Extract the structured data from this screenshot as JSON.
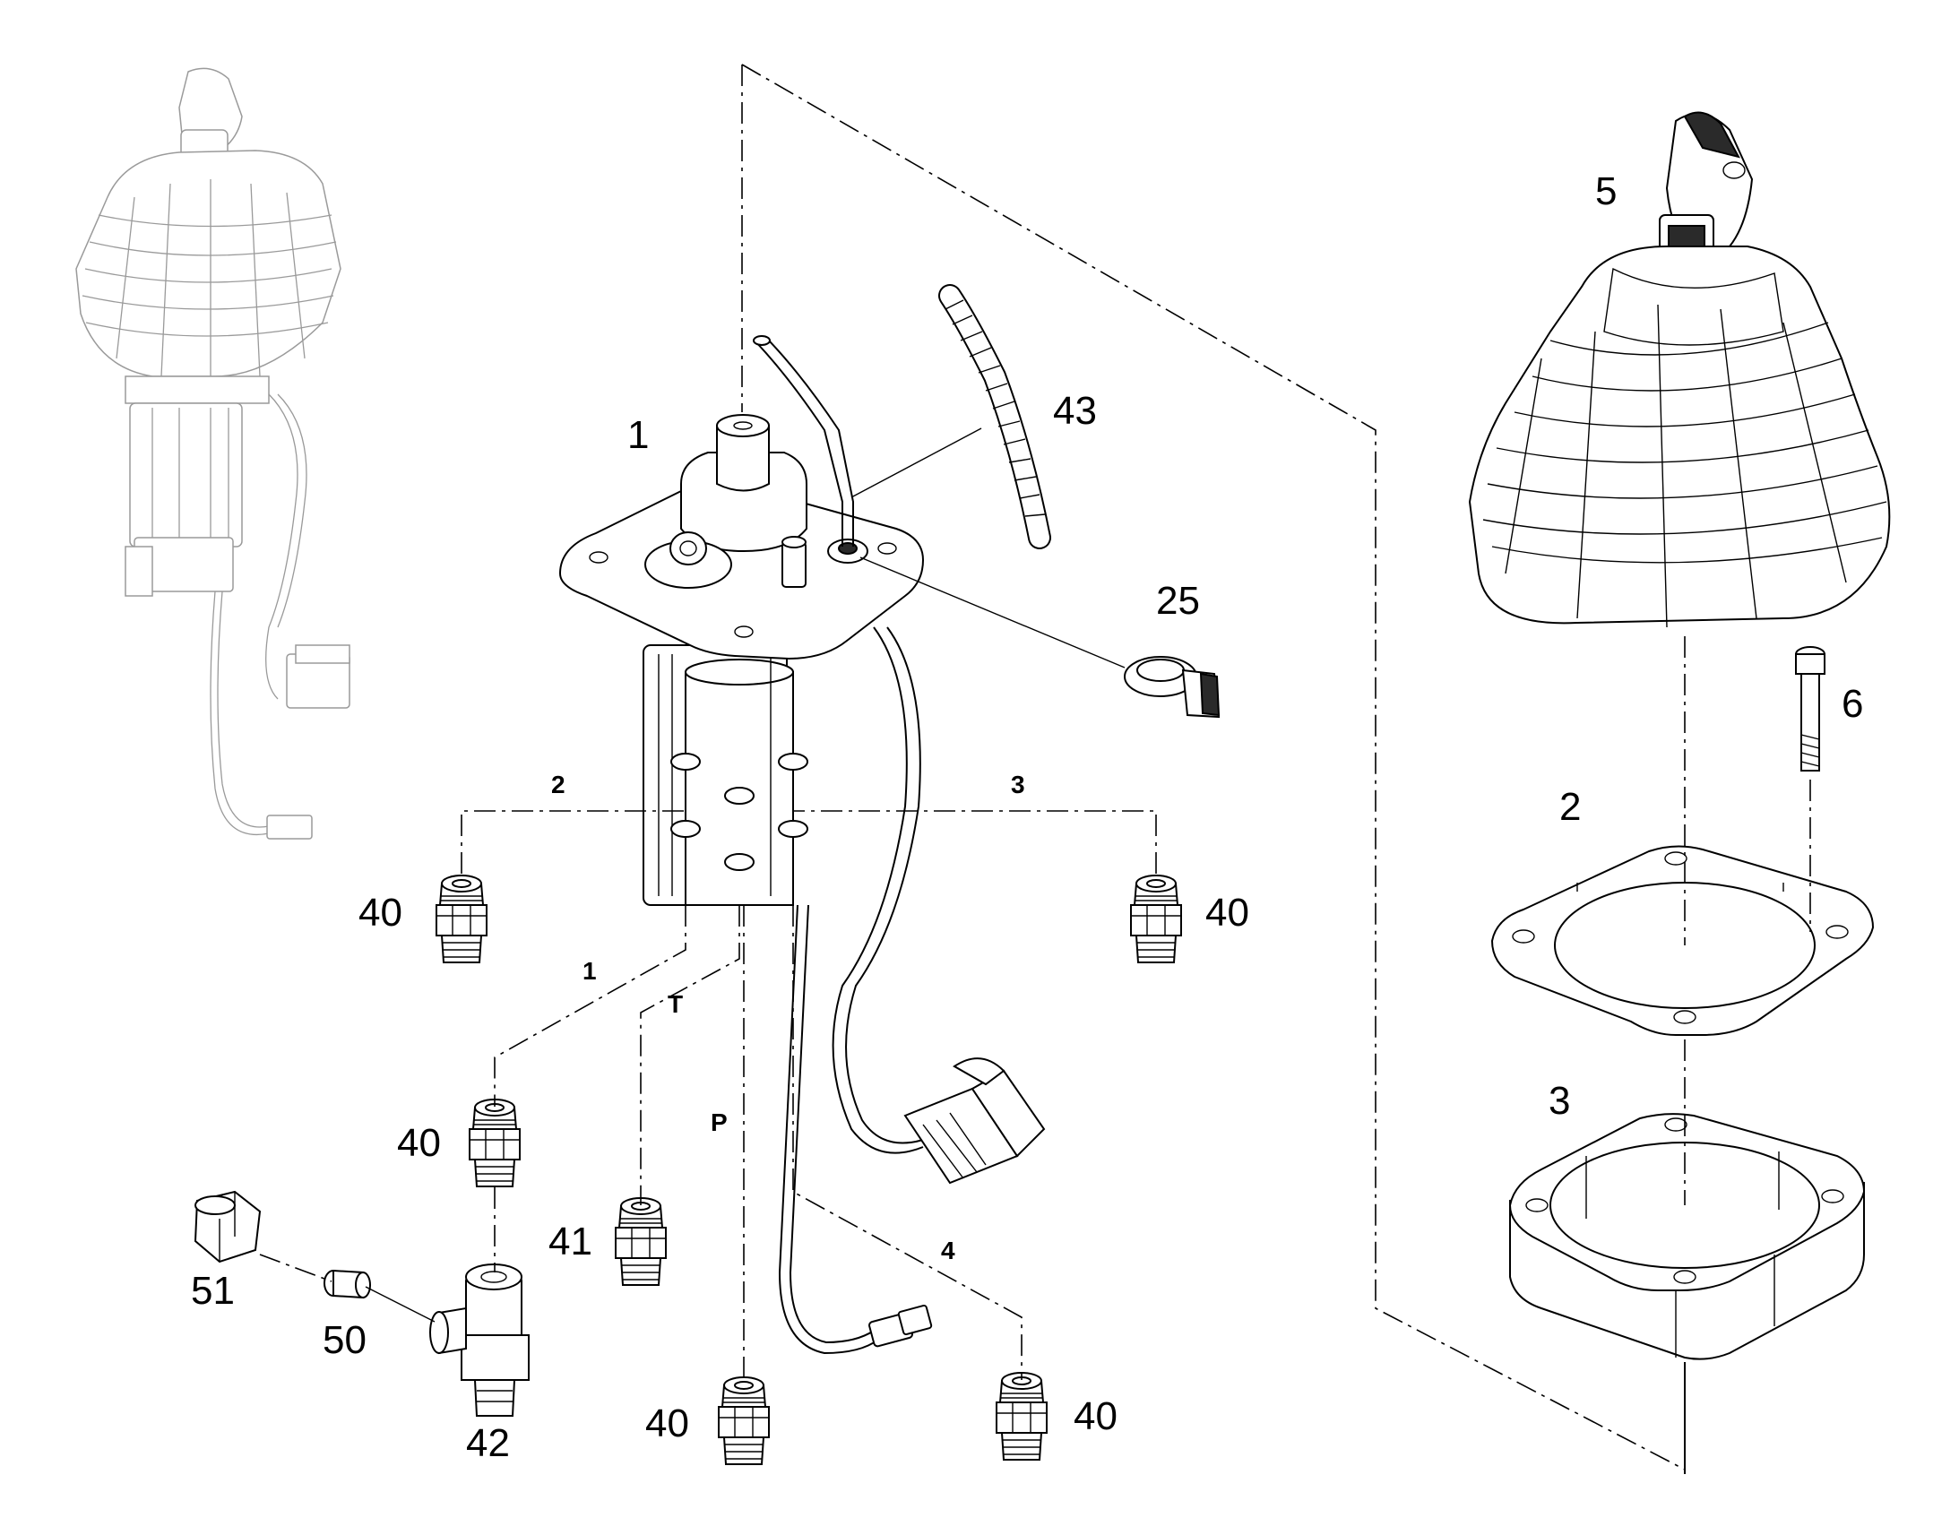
{
  "diagram": {
    "callouts": {
      "c1": "1",
      "c43": "43",
      "c25": "25",
      "c5": "5",
      "c6": "6",
      "c2": "2",
      "c3": "3",
      "c40a": "40",
      "c40b": "40",
      "c40c": "40",
      "c40d": "40",
      "c40e": "40",
      "c41": "41",
      "c51": "51",
      "c50": "50",
      "c42": "42"
    },
    "ports": {
      "p2": "2",
      "p3": "3",
      "p1": "1",
      "pT": "T",
      "pP": "P",
      "p4": "4"
    }
  }
}
